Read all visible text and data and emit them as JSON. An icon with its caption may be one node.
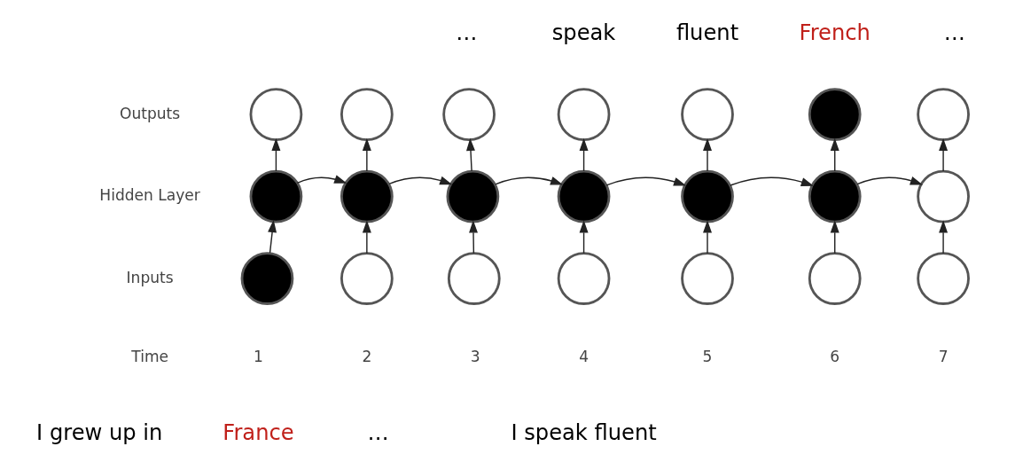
{
  "diagram": {
    "nodes": [
      {
        "text": [],
        "shape": "circle"
      },
      {
        "text": [],
        "shape": "circle"
      },
      {
        "text": [],
        "shape": "circle"
      },
      {
        "text": [],
        "shape": "circle"
      },
      {
        "text": [],
        "shape": "circle"
      },
      {
        "text": [],
        "shape": "circle"
      },
      {
        "text": [],
        "shape": "circle"
      },
      {
        "text": [],
        "shape": "circle"
      },
      {
        "text": [],
        "shape": "circle"
      },
      {
        "text": [],
        "shape": "circle"
      },
      {
        "text": [],
        "shape": "circle"
      },
      {
        "text": [],
        "shape": "circle"
      },
      {
        "text": [],
        "shape": "circle"
      },
      {
        "text": [],
        "shape": "circle"
      },
      {
        "text": [],
        "shape": "circle"
      },
      {
        "text": [],
        "shape": "circle"
      },
      {
        "text": [],
        "shape": "circle"
      },
      {
        "text": [],
        "shape": "circle"
      },
      {
        "text": [],
        "shape": "circle"
      },
      {
        "text": [],
        "shape": "circle"
      },
      {
        "text": [],
        "shape": "circle"
      }
    ],
    "edges": [
      {
        "from": 14,
        "to": 7,
        "arrow": "to"
      },
      {
        "from": 15,
        "to": 8,
        "arrow": "to"
      },
      {
        "from": 16,
        "to": 9,
        "arrow": "to"
      },
      {
        "from": 17,
        "to": 10,
        "arrow": "to"
      },
      {
        "from": 18,
        "to": 11,
        "arrow": "to"
      },
      {
        "from": 19,
        "to": 12,
        "arrow": "to"
      },
      {
        "from": 20,
        "to": 13,
        "arrow": "to"
      },
      {
        "from": 7,
        "to": 0,
        "arrow": "to"
      },
      {
        "from": 8,
        "to": 1,
        "arrow": "to"
      },
      {
        "from": 9,
        "to": 2,
        "arrow": "to"
      },
      {
        "from": 10,
        "to": 3,
        "arrow": "to"
      },
      {
        "from": 11,
        "to": 4,
        "arrow": "to"
      },
      {
        "from": 12,
        "to": 5,
        "arrow": "to"
      },
      {
        "from": 13,
        "to": 6,
        "arrow": "to"
      },
      {
        "from": 7,
        "to": 8,
        "arrow": "to"
      },
      {
        "from": 8,
        "to": 9,
        "arrow": "to"
      },
      {
        "from": 9,
        "to": 10,
        "arrow": "to"
      },
      {
        "from": 10,
        "to": 11,
        "arrow": "to"
      },
      {
        "from": 11,
        "to": 12,
        "arrow": "to"
      },
      {
        "from": 12,
        "to": 13,
        "arrow": "to"
      }
    ],
    "labels": [
      "…",
      "speak",
      "fluent",
      "French",
      "…",
      "Outputs",
      "Hidden Layer",
      "Inputs",
      "Time",
      "1",
      "2",
      "3",
      "4",
      "5",
      "6",
      "7",
      "I grew up in",
      "France",
      "…",
      "I speak fluent"
    ]
  }
}
